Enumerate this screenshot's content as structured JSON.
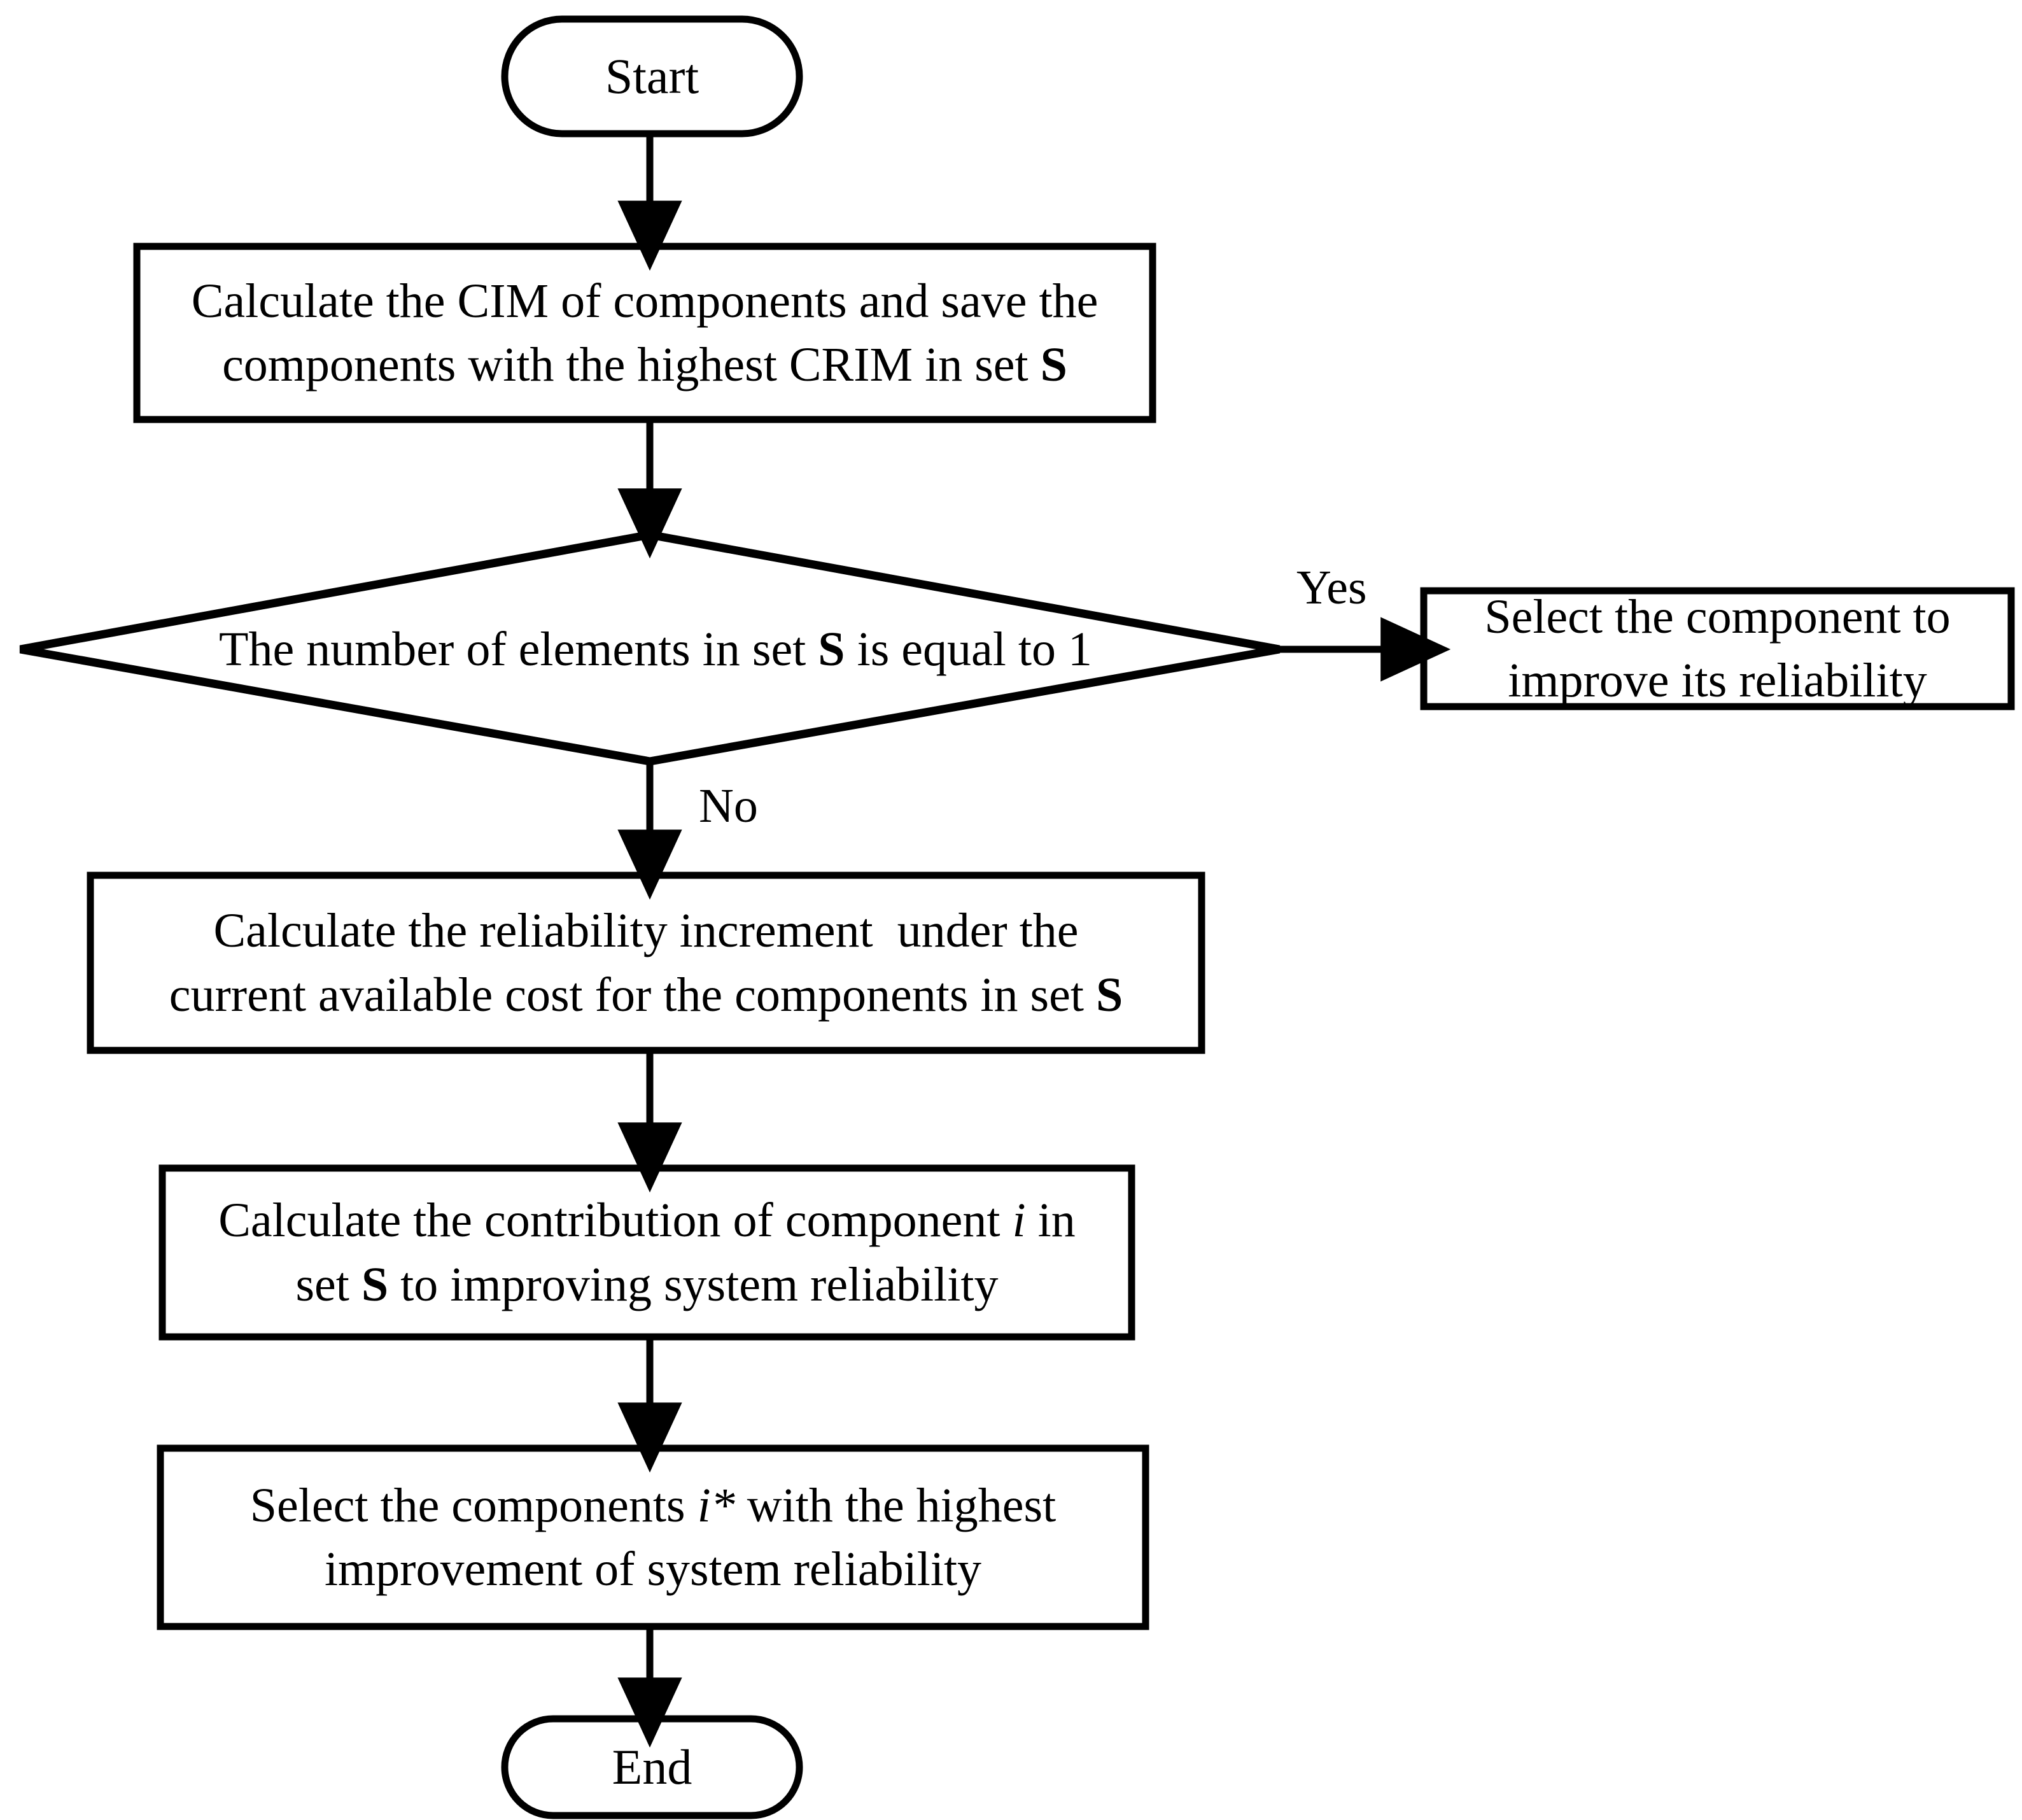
{
  "diagram": {
    "title": "Flowchart for component selection to improve system reliability",
    "background_color": "#ffffff",
    "stroke_color": "#000000",
    "text_color": "#000000"
  },
  "nodes": {
    "start": {
      "shape": "terminator",
      "label": "Start"
    },
    "calc_cim": {
      "shape": "process",
      "label": "Calculate the CIM of components and save the\ncomponents with the highest CRIM in set S",
      "line1": "Calculate the CIM of components and save the",
      "line2_pre": "components with the highest CRIM in set ",
      "line2_bold": "S"
    },
    "decision": {
      "shape": "decision",
      "label": "The number of elements in set S is equal to 1",
      "pre": "The number of elements in set ",
      "bold": "S",
      "post": " is equal to 1"
    },
    "select_component": {
      "shape": "process",
      "label": "Select the component to\nimprove its reliability",
      "line1": "Select the component to",
      "line2": "improve its reliability"
    },
    "calc_increment": {
      "shape": "process",
      "label": "Calculate the reliability increment  under the\ncurrent available cost for the components in set S",
      "line1": "Calculate the reliability increment  under the",
      "line2_pre": "current available cost for the components in set ",
      "line2_bold": "S"
    },
    "calc_contribution": {
      "shape": "process",
      "label": "Calculate the contribution of component i in\nset S to improving system reliability",
      "line1_pre": "Calculate the contribution of component ",
      "line1_italic": "i",
      "line1_post": " in",
      "line2_pre": "set ",
      "line2_bold": "S",
      "line2_post": " to improving system reliability"
    },
    "select_components": {
      "shape": "process",
      "label": "Select the components i* with the highest\nimprovement of system reliability",
      "line1_pre": "Select the components ",
      "line1_italic": "i*",
      "line1_post": " with the highest",
      "line2": "improvement of system reliability"
    },
    "end": {
      "shape": "terminator",
      "label": "End"
    }
  },
  "edges": [
    {
      "from": "start",
      "to": "calc_cim",
      "label": ""
    },
    {
      "from": "calc_cim",
      "to": "decision",
      "label": ""
    },
    {
      "from": "decision",
      "to": "select_component",
      "label": "Yes"
    },
    {
      "from": "decision",
      "to": "calc_increment",
      "label": "No"
    },
    {
      "from": "calc_increment",
      "to": "calc_contribution",
      "label": ""
    },
    {
      "from": "calc_contribution",
      "to": "select_components",
      "label": ""
    },
    {
      "from": "select_components",
      "to": "end",
      "label": ""
    }
  ],
  "edge_labels": {
    "yes": "Yes",
    "no": "No"
  }
}
